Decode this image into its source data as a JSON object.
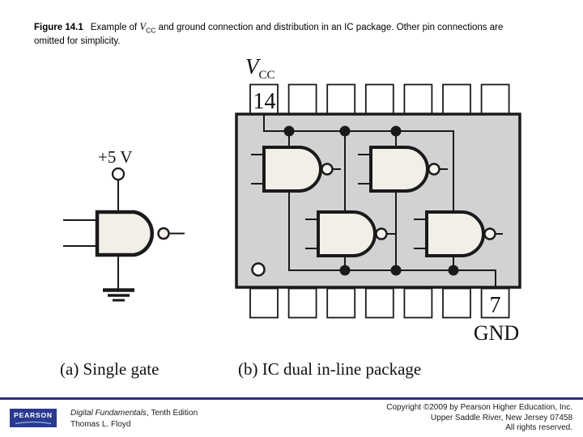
{
  "caption": {
    "figure_label": "Figure 14.1",
    "text_before_vcc": "Example of ",
    "vcc_main": "V",
    "vcc_sub": "CC",
    "text_after_vcc": " and ground connection and distribution in an IC package. Other pin connections are omitted for simplicity."
  },
  "diagram": {
    "vcc_label_main": "V",
    "vcc_label_sub": "CC",
    "pin14_label": "14",
    "pin7_label": "7",
    "gnd_label": "GND",
    "supply_label": "+5 V",
    "caption_a": "(a) Single gate",
    "caption_b": "(b) IC dual in-line package"
  },
  "footer": {
    "logo_text": "PEARSON",
    "book_title_italic": "Digital Fundamentals",
    "book_title_rest": ", Tenth Edition",
    "author": "Thomas L. Floyd",
    "copyright_line1": "Copyright ©2009 by Pearson Higher Education, Inc.",
    "copyright_line2": "Upper Saddle River, New Jersey 07458",
    "copyright_line3": "All rights reserved."
  },
  "colors": {
    "package_fill": "#d2d2d2",
    "gate_fill": "#f2efe8",
    "line": "#1a1a1a",
    "footer_rule": "#2f2c87",
    "logo_bg": "#2b3990",
    "logo_swoosh": "#93b8dc"
  }
}
